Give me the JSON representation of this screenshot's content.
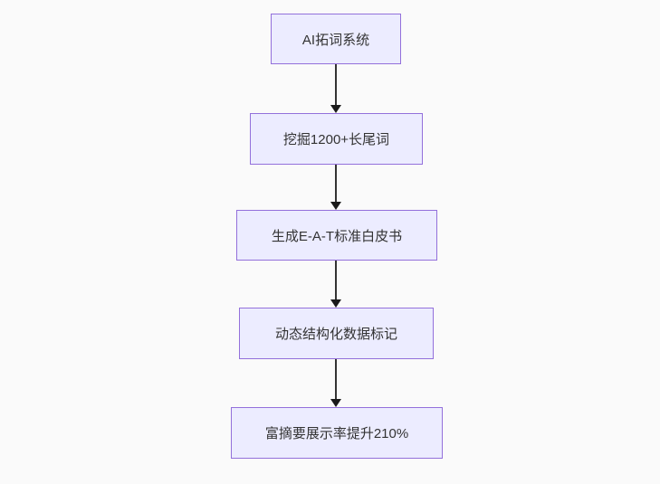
{
  "diagram": {
    "type": "flowchart",
    "direction": "top-down",
    "colors": {
      "background": "#FAFAFA",
      "node_fill": "#ECECFF",
      "node_border": "#9370DB",
      "text": "#333333",
      "arrow": "#333333"
    },
    "nodes": [
      {
        "label": "AI拓词系统"
      },
      {
        "label": "挖掘1200+长尾词"
      },
      {
        "label": "生成E-A-T标准白皮书"
      },
      {
        "label": "动态结构化数据标记"
      },
      {
        "label": "富摘要展示率提升210%"
      }
    ],
    "edges": [
      {
        "from": 0,
        "to": 1
      },
      {
        "from": 1,
        "to": 2
      },
      {
        "from": 2,
        "to": 3
      },
      {
        "from": 3,
        "to": 4
      }
    ]
  }
}
